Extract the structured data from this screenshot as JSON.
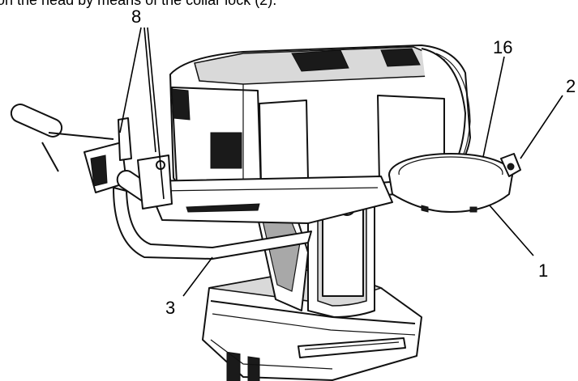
{
  "caption": "on the head by means of the collar lock (2).",
  "callouts": {
    "c1": "1",
    "c2": "2",
    "c3": "3",
    "c8": "8",
    "c16": "16"
  }
}
